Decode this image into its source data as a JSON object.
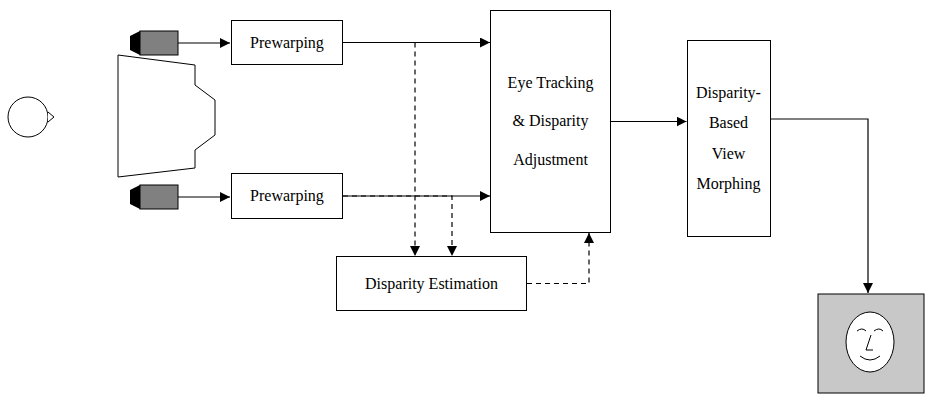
{
  "diagram": {
    "nodes": [
      {
        "text": [
          "Prewarping"
        ]
      },
      {
        "text": [
          "Prewarping"
        ]
      },
      {
        "text": [
          "Eye Tracking & Disparity Adjustment"
        ]
      },
      {
        "text": [
          "Disparity- Based View Morphing"
        ]
      },
      {
        "text": [
          "Disparity Estimation"
        ]
      }
    ],
    "edges": [
      {
        "from": 0,
        "to": 2,
        "arrow": "to"
      },
      {
        "from": 1,
        "to": 2,
        "arrow": "to"
      },
      {
        "from": 0,
        "to": 4,
        "arrow": "to"
      },
      {
        "from": 1,
        "to": 4,
        "arrow": "to"
      },
      {
        "from": 4,
        "to": 2,
        "arrow": "to"
      },
      {
        "from": 2,
        "to": 3,
        "arrow": "to"
      }
    ]
  }
}
